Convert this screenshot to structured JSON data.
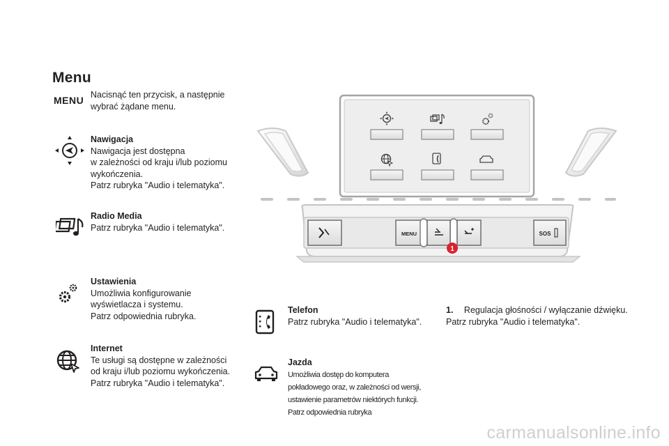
{
  "title": "Menu",
  "menu_key": {
    "label": "MENU",
    "text": "Nacisnąć ten przycisk, a następnie wybrać żądane menu.",
    "line1": "Nacisnąć ten przycisk, a następnie",
    "line2": "wybrać żądane menu."
  },
  "items": [
    {
      "icon": "navigation-icon",
      "heading": "Nawigacja",
      "lines": [
        "Nawigacja jest dostępna",
        "w zależności od kraju i/lub poziomu",
        "wykończenia.",
        "Patrz rubryka \"Audio i telematyka\"."
      ]
    },
    {
      "icon": "radio-media-icon",
      "heading": "Radio Media",
      "lines": [
        "Patrz rubryka \"Audio i telematyka\"."
      ]
    },
    {
      "icon": "settings-icon",
      "heading": "Ustawienia",
      "lines": [
        "Umożliwia konfigurowanie",
        "wyświetlacza i systemu.",
        "Patrz odpowiednia rubryka."
      ]
    },
    {
      "icon": "internet-icon",
      "heading": "Internet",
      "lines": [
        "Te usługi są dostępne w zależności",
        "od kraju i/lub poziomu wykończenia.",
        "Patrz rubryka \"Audio i telematyka\"."
      ]
    },
    {
      "icon": "phone-icon",
      "heading": "Telefon",
      "lines": [
        "Patrz rubryka \"Audio i telematyka\"."
      ]
    },
    {
      "icon": "car-icon",
      "heading": "Jazda",
      "lines": [
        "Umożliwia dostęp do komputera",
        "pokładowego oraz, w zależności od wersji,",
        "ustawienie parametrów niektórych funkcji.",
        "Patrz odpowiednia rubryka"
      ]
    }
  ],
  "note": {
    "number": "1.",
    "line1": "Regulacja głośności / wyłączanie dźwięku.",
    "line2": "Patrz rubryka \"Audio i telematyka\"."
  },
  "dashboard": {
    "menu_button_label": "MENU",
    "sos_label": "SOS",
    "callout_number": "1"
  },
  "watermark": "carmanualsonline.info"
}
